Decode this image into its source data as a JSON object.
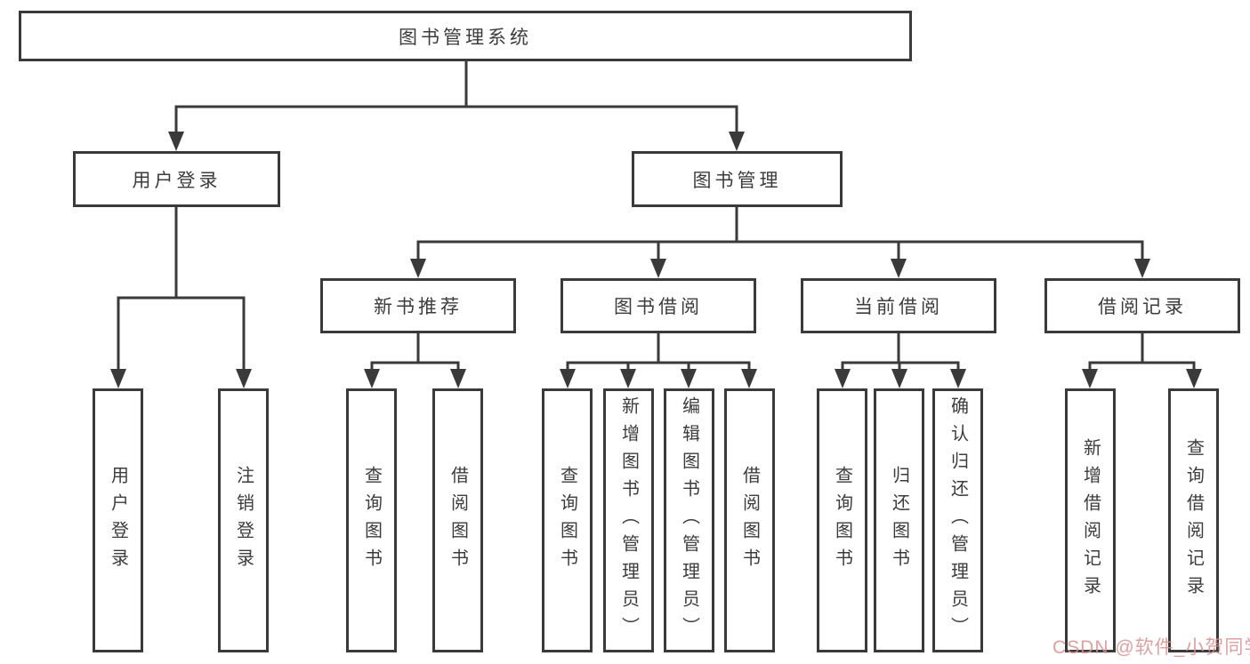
{
  "diagram": {
    "root_label": "图书管理系统",
    "branches": [
      {
        "label": "用户登录",
        "children": [
          {
            "label": "用户登录"
          },
          {
            "label": "注销登录"
          }
        ]
      },
      {
        "label": "图书管理",
        "groups": [
          {
            "label": "新书推荐",
            "children": [
              {
                "label": "查询图书"
              },
              {
                "label": "借阅图书"
              }
            ]
          },
          {
            "label": "图书借阅",
            "children": [
              {
                "label": "查询图书"
              },
              {
                "label": "新增图书（管理员）"
              },
              {
                "label": "编辑图书（管理员）"
              },
              {
                "label": "借阅图书"
              }
            ]
          },
          {
            "label": "当前借阅",
            "children": [
              {
                "label": "查询图书"
              },
              {
                "label": "归还图书"
              },
              {
                "label": "确认归还（管理员）"
              }
            ]
          },
          {
            "label": "借阅记录",
            "children": [
              {
                "label": "新增借阅记录"
              },
              {
                "label": "查询借阅记录"
              }
            ]
          }
        ]
      }
    ]
  },
  "watermark": {
    "text": "CSDN @软件_小贺同学"
  },
  "colors": {
    "line": "#3a3a3a",
    "text": "#3c3c3c",
    "background": "#ffffff",
    "box_fill": "#ffffff",
    "watermark": "#dc8f8f"
  }
}
